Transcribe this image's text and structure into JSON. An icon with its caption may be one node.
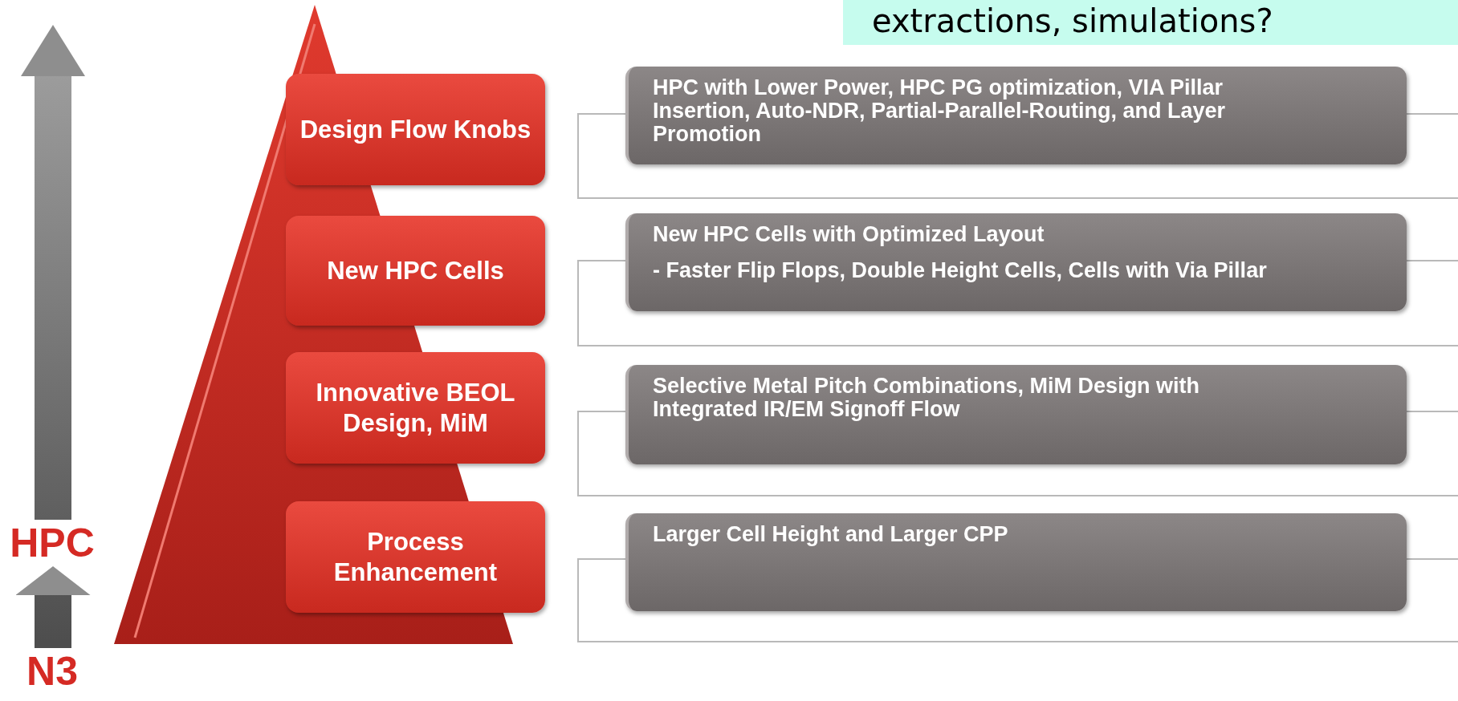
{
  "diagram": {
    "nodes": [
      {
        "text": [
          "extractions, simulations?"
        ]
      },
      {
        "text": [
          "HPC"
        ]
      },
      {
        "text": [
          "N3"
        ]
      },
      {
        "text": [
          "Design Flow Knobs"
        ]
      },
      {
        "text": [
          "New HPC Cells"
        ]
      },
      {
        "text": [
          "Innovative BEOL Design,  MiM"
        ]
      },
      {
        "text": [
          "Process Enhancement"
        ]
      },
      {
        "text": [
          "HPC with Lower Power, HPC PG optimization, VIA Pillar Insertion, Auto-NDR, Partial-Parallel-Routing, and Layer Promotion"
        ]
      },
      {
        "text": [
          "New HPC Cells with Optimized Layout",
          "- Faster Flip Flops, Double Height Cells, Cells with Via Pillar"
        ]
      },
      {
        "text": [
          "Selective Metal Pitch Combinations, MiM Design with Integrated IR/EM Signoff Flow"
        ]
      },
      {
        "text": [
          "Larger Cell Height and Larger CPP"
        ]
      }
    ],
    "edges": [
      {
        "from": 2,
        "to": 1,
        "arrow": "to",
        "style": "thick"
      },
      {
        "from": 1,
        "to": null,
        "arrow": "to",
        "style": "thick"
      }
    ]
  }
}
